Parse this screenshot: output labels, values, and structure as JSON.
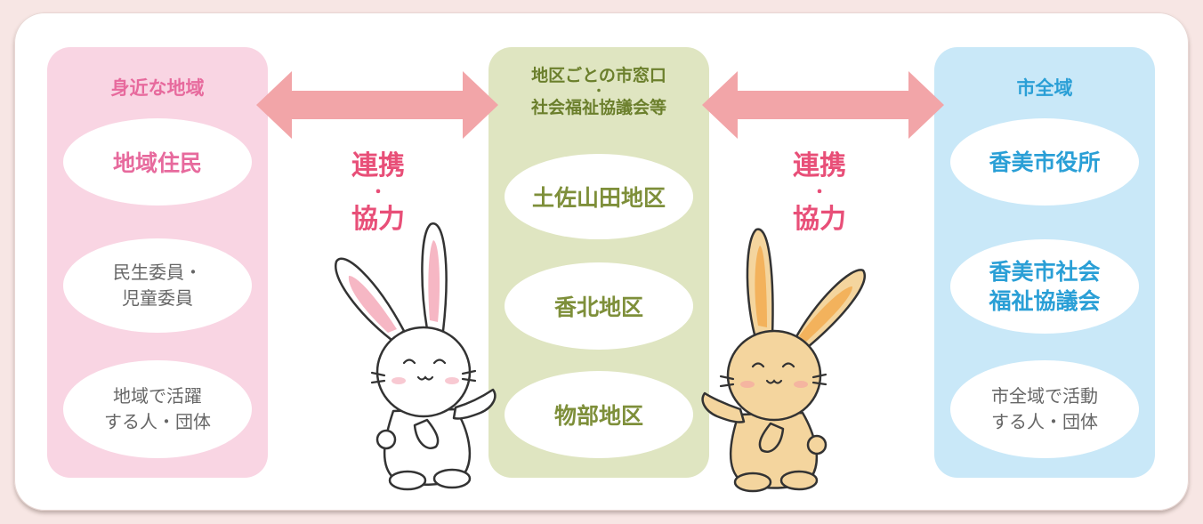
{
  "left": {
    "title": "身近な地域",
    "items": [
      "地域住民",
      "民生委員・\n児童委員",
      "地域で活躍\nする人・団体"
    ]
  },
  "middle": {
    "title_line1": "地区ごとの市窓口",
    "title_dot": "・",
    "title_line2": "社会福祉協議会等",
    "items": [
      "土佐山田地区",
      "香北地区",
      "物部地区"
    ]
  },
  "right": {
    "title": "市全域",
    "items": [
      "香美市役所",
      "香美市社会\n福祉協議会",
      "市全域で活動\nする人・団体"
    ]
  },
  "link_label": {
    "line1": "連携",
    "dot": "・",
    "line2": "協力"
  },
  "colors": {
    "left_panel": "#f9d5e3",
    "middle_panel": "#dfe5c1",
    "right_panel": "#c9e8f8",
    "arrow": "#f2a5a8",
    "link_text": "#e84f78"
  },
  "icons": [
    "white-rabbit-icon",
    "tan-rabbit-icon",
    "double-arrow-icon"
  ]
}
